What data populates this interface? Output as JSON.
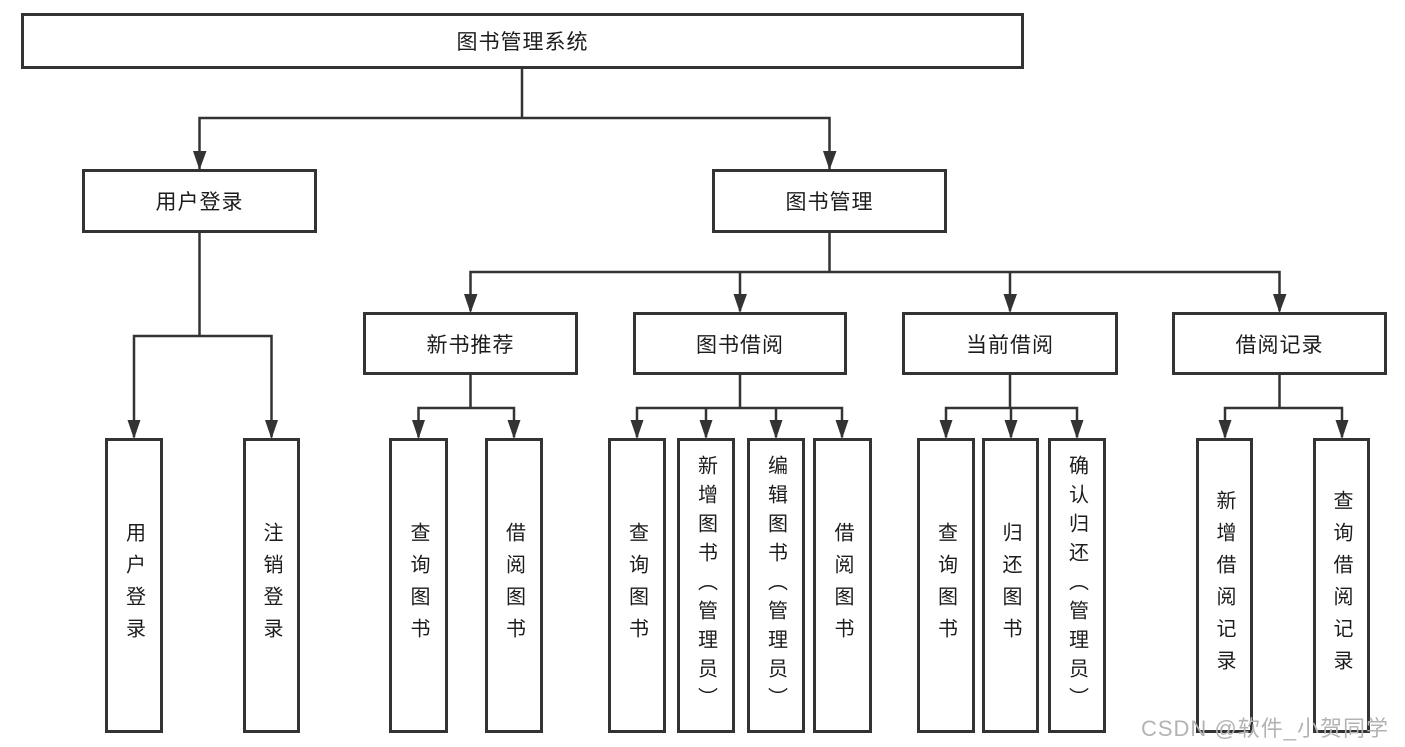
{
  "colors": {
    "line": "#333333",
    "text": "#1c1c1c",
    "box_background": "#ffffff",
    "page_background": "#ffffff",
    "watermark": "#b3b3b3"
  },
  "watermark": {
    "text": "CSDN @软件_小贺同学"
  },
  "tree": {
    "root": {
      "label": "图书管理系统"
    },
    "branches": [
      {
        "label": "用户登录",
        "children": [
          {
            "label": "用户登录"
          },
          {
            "label": "注销登录"
          }
        ]
      },
      {
        "label": "图书管理",
        "children": [
          {
            "label": "新书推荐",
            "children": [
              {
                "label": "查询图书"
              },
              {
                "label": "借阅图书"
              }
            ]
          },
          {
            "label": "图书借阅",
            "children": [
              {
                "label": "查询图书"
              },
              {
                "label": "新增图书（管理员）"
              },
              {
                "label": "编辑图书（管理员）"
              },
              {
                "label": "借阅图书"
              }
            ]
          },
          {
            "label": "当前借阅",
            "children": [
              {
                "label": "查询图书"
              },
              {
                "label": "归还图书"
              },
              {
                "label": "确认归还（管理员）"
              }
            ]
          },
          {
            "label": "借阅记录",
            "children": [
              {
                "label": "新增借阅记录"
              },
              {
                "label": "查询借阅记录"
              }
            ]
          }
        ]
      }
    ]
  }
}
